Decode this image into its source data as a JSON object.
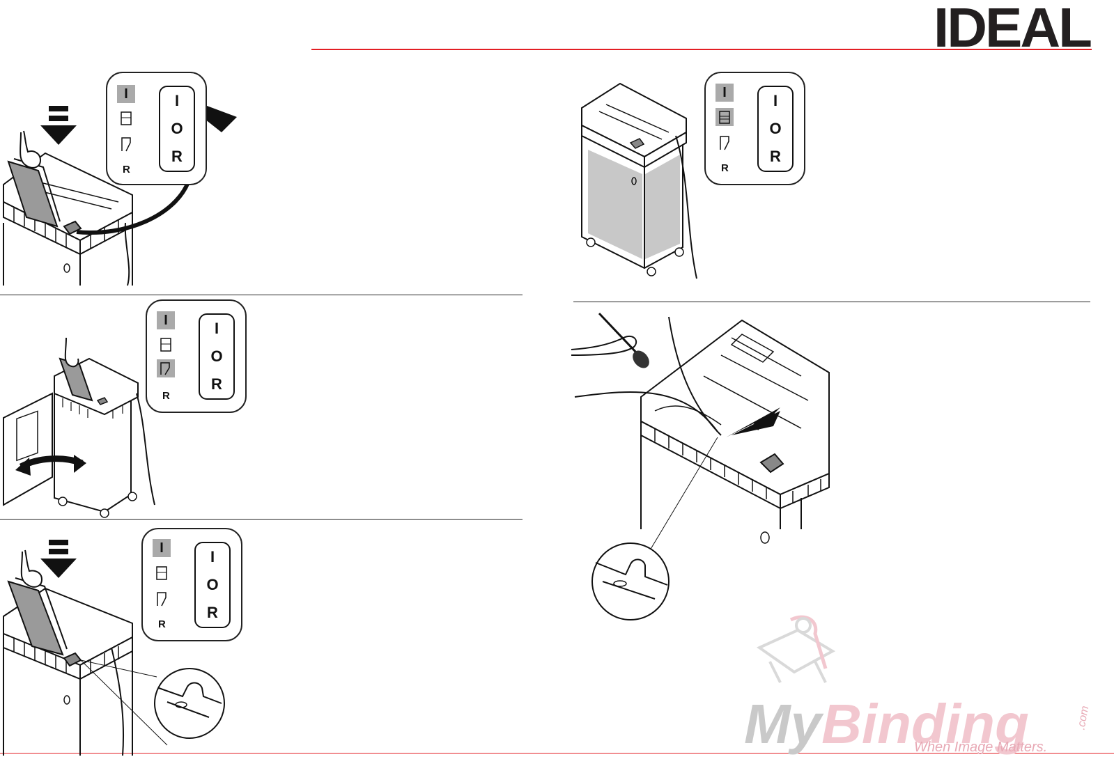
{
  "brand": {
    "logo_text": "IDEAL"
  },
  "panels": [
    {
      "id": "p1",
      "lamp_top": "I",
      "switch": [
        "I",
        "O",
        "R"
      ],
      "r_label": "R"
    },
    {
      "id": "p2",
      "lamp_top": "I",
      "switch": [
        "I",
        "O",
        "R"
      ],
      "r_label": "R"
    },
    {
      "id": "p3",
      "lamp_top": "I",
      "switch": [
        "I",
        "O",
        "R"
      ],
      "r_label": "R"
    },
    {
      "id": "p4",
      "lamp_top": "I",
      "switch": [
        "I",
        "O",
        "R"
      ],
      "r_label": "R"
    }
  ],
  "watermark": {
    "my": "My",
    "binding": "Binding",
    "com": ".com",
    "tagline": "When Image Matters."
  },
  "colors": {
    "brand_red": "#e31e24",
    "lamp_gray": "#aaaaaa",
    "watermark_pink": "#f2c7cf"
  }
}
